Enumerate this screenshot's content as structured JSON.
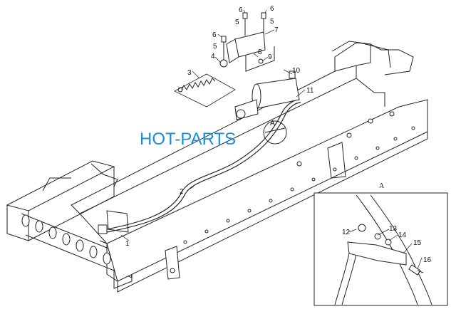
{
  "watermark": {
    "text": "HOT-PARTS",
    "color": "#1a8fd6"
  },
  "detail": {
    "title": "A"
  },
  "view_marker": {
    "label": "A"
  },
  "callouts": [
    {
      "id": "c1",
      "label": "1"
    },
    {
      "id": "c2",
      "label": "2"
    },
    {
      "id": "c3",
      "label": "3"
    },
    {
      "id": "c4",
      "label": "4"
    },
    {
      "id": "c5a",
      "label": "5"
    },
    {
      "id": "c5b",
      "label": "5"
    },
    {
      "id": "c5c",
      "label": "5"
    },
    {
      "id": "c6a",
      "label": "6"
    },
    {
      "id": "c6b",
      "label": "6"
    },
    {
      "id": "c6c",
      "label": "6"
    },
    {
      "id": "c7",
      "label": "7"
    },
    {
      "id": "c8",
      "label": "8"
    },
    {
      "id": "c9",
      "label": "9"
    },
    {
      "id": "c10",
      "label": "10"
    },
    {
      "id": "c11",
      "label": "11"
    },
    {
      "id": "c12",
      "label": "12"
    },
    {
      "id": "c13",
      "label": "13"
    },
    {
      "id": "c14",
      "label": "14"
    },
    {
      "id": "c15",
      "label": "15"
    },
    {
      "id": "c16",
      "label": "16"
    }
  ]
}
